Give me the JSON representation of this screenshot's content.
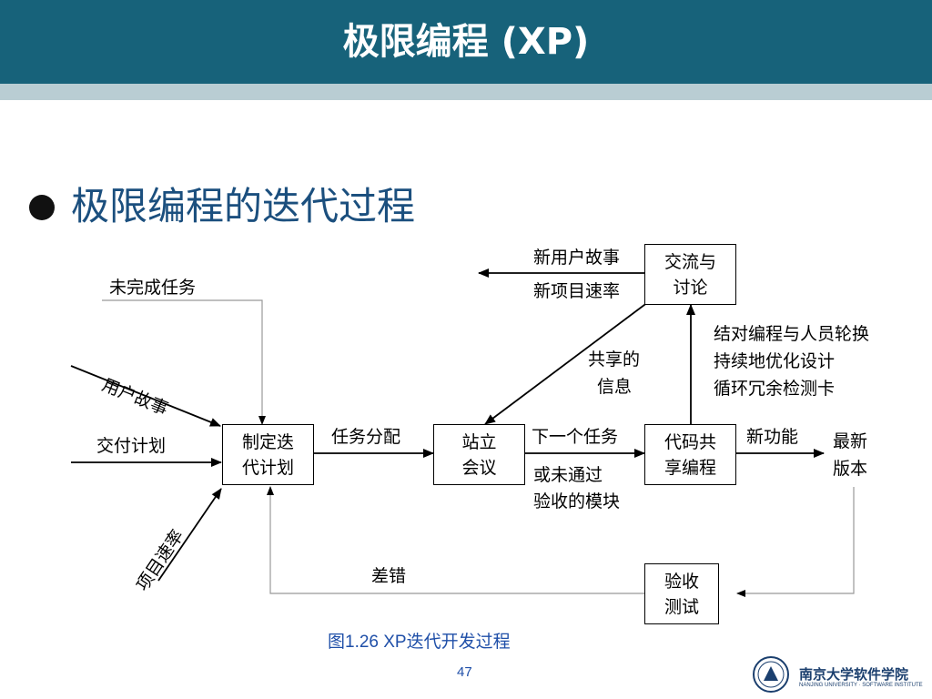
{
  "slide": {
    "title": "极限编程 (XP)",
    "bullet": "极限编程的迭代过程",
    "caption": "图1.26 XP迭代开发过程",
    "page_number": "47"
  },
  "diagram": {
    "boxes": {
      "planning": "制定迭\n代计划",
      "standup": "站立\n会议",
      "collective": "代码共\n享编程",
      "communication": "交流与\n讨论",
      "acceptance": "验收\n测试"
    },
    "labels": {
      "unfinished_tasks": "未完成任务",
      "user_stories": "用户故事",
      "release_plan": "交付计划",
      "project_velocity": "项目速率",
      "task_assignment": "任务分配",
      "next_task": "下一个任务",
      "or_failed_modules_1": "或未通过",
      "or_failed_modules_2": "验收的模块",
      "new_feature": "新功能",
      "latest_version_1": "最新",
      "latest_version_2": "版本",
      "new_user_story": "新用户故事",
      "new_project_velocity": "新项目速率",
      "shared_info_1": "共享的",
      "shared_info_2": "信息",
      "practices_1": "结对编程与人员轮换",
      "practices_2": "持续地优化设计",
      "practices_3": "循环冗余检测卡",
      "bugs": "差错"
    }
  },
  "logo": {
    "text": "南京大学软件学院",
    "sub": "NANJING UNIVERSITY · SOFTWARE INSTITUTE"
  },
  "colors": {
    "header": "#17627a",
    "header_band": "#b9cdd3",
    "bullet_text": "#1b4f7e",
    "caption": "#1f4fa8"
  }
}
